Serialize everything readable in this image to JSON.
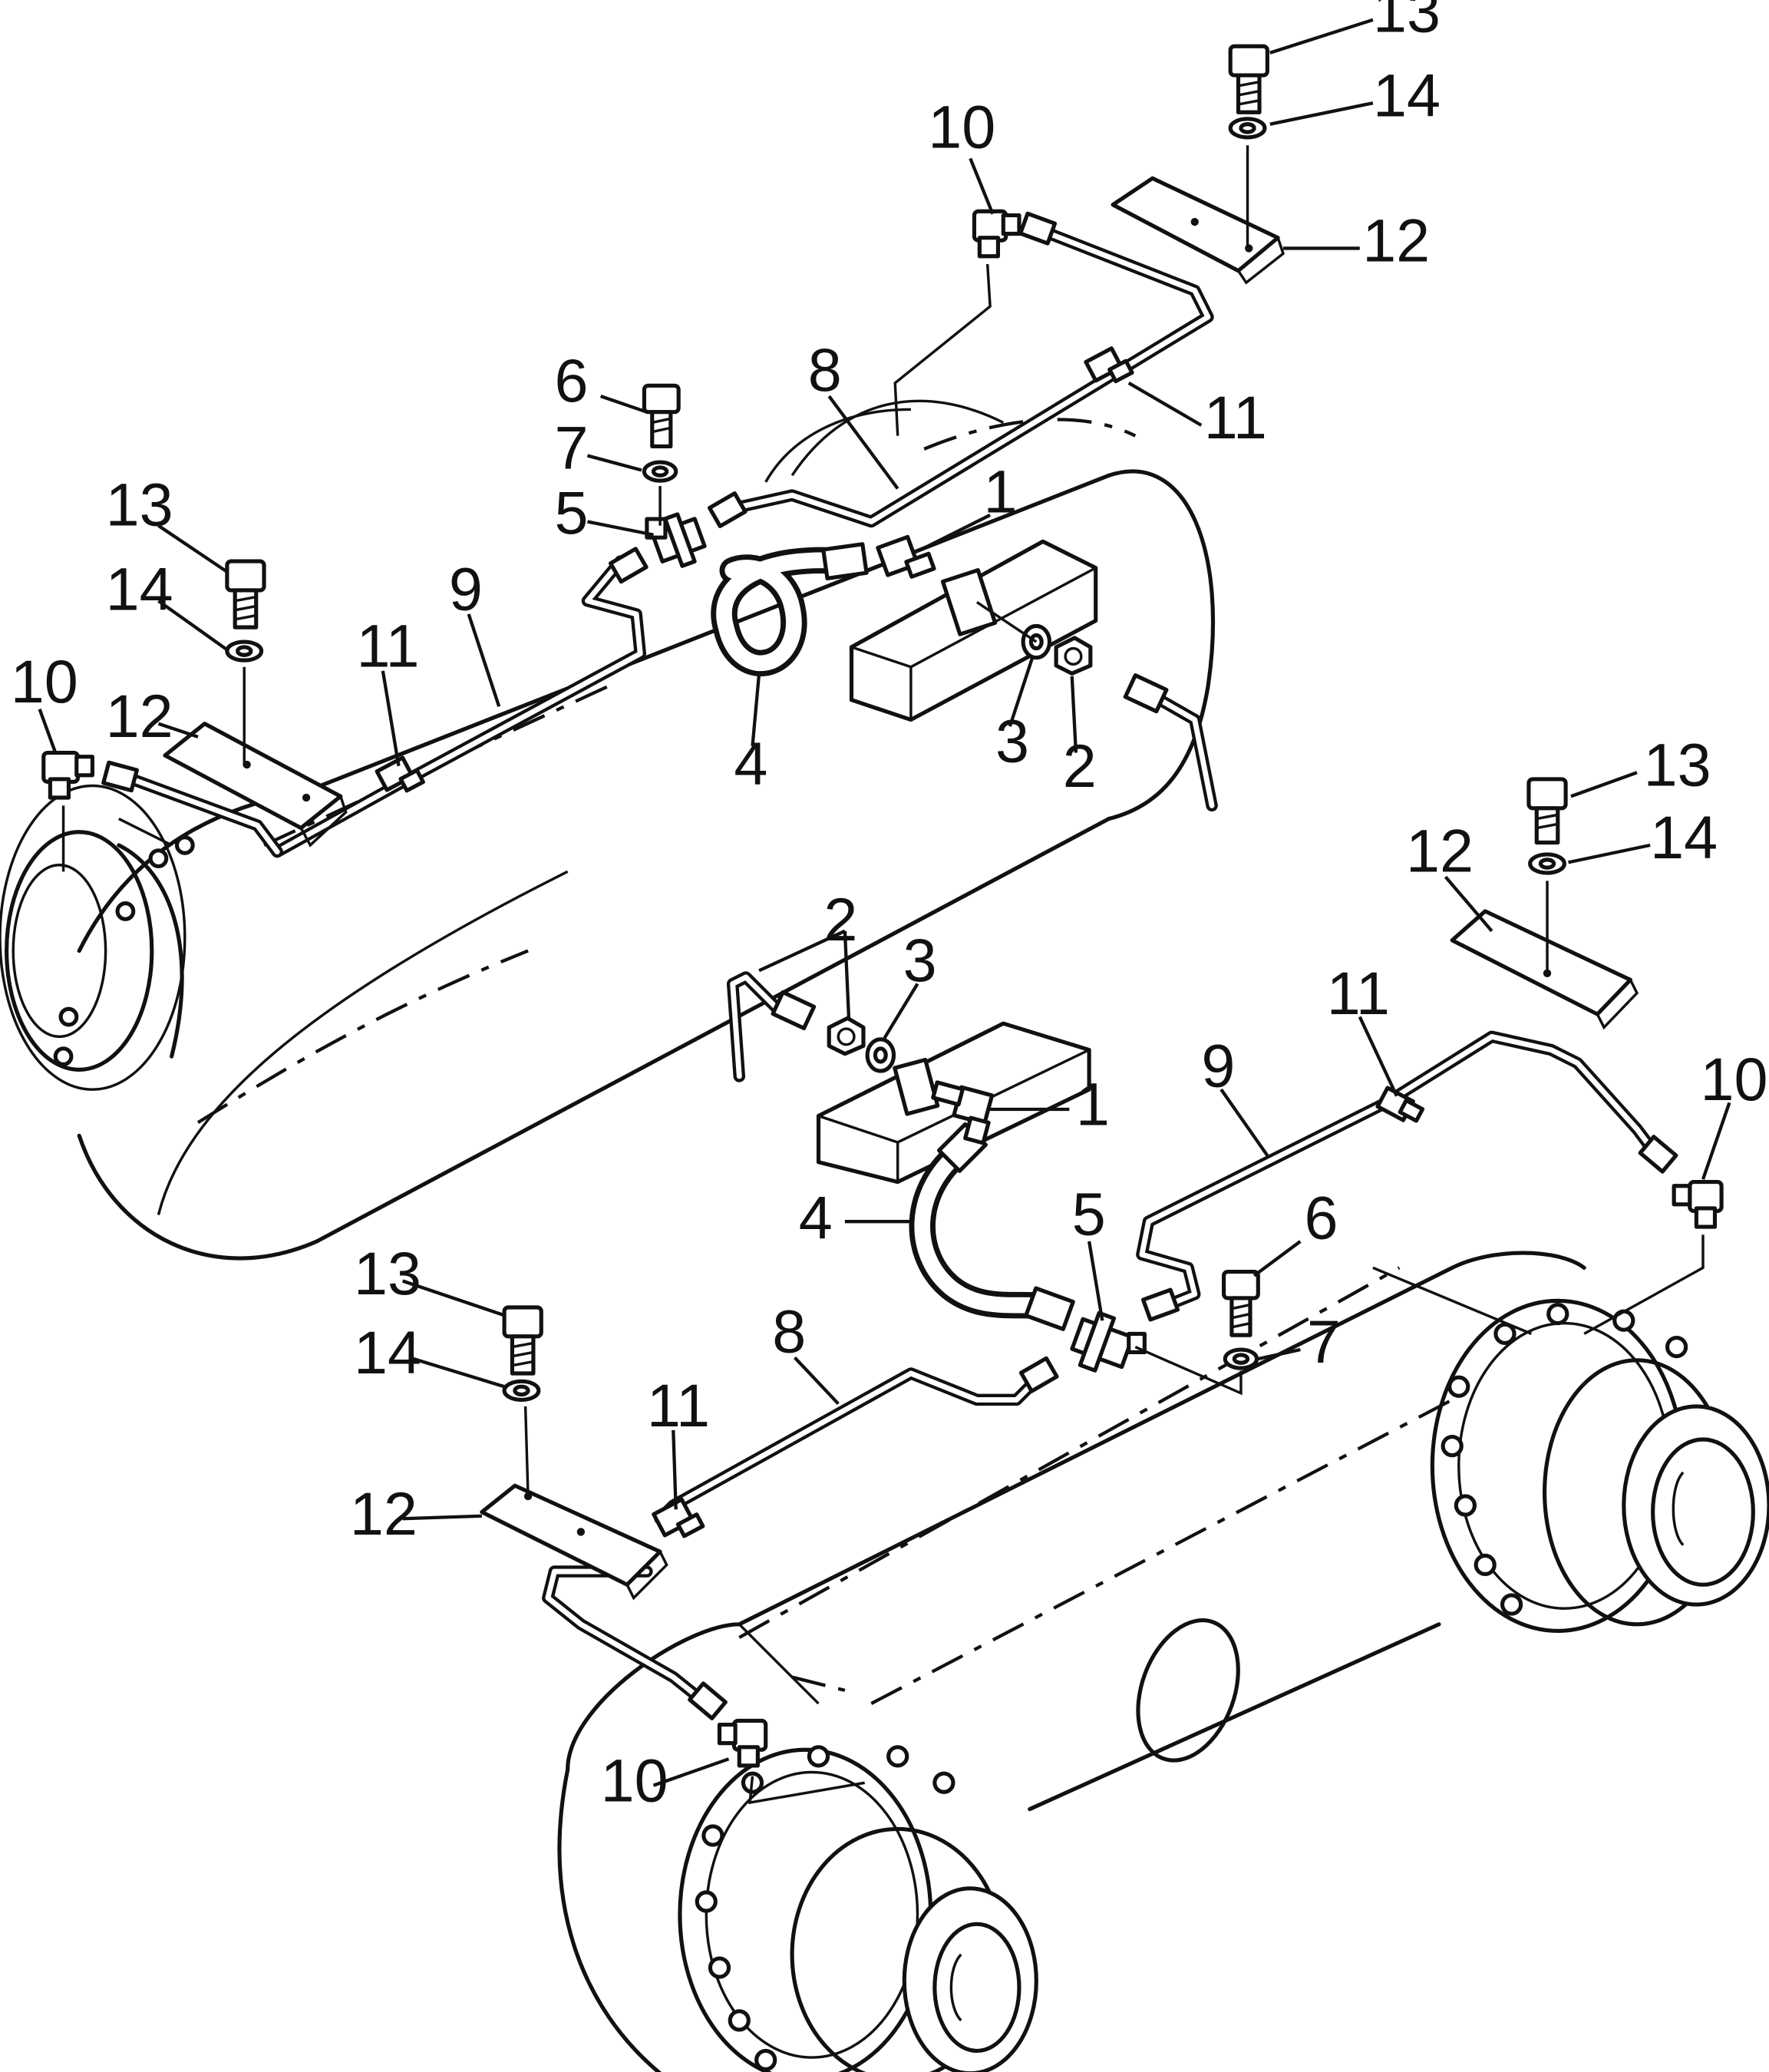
{
  "callouts": [
    {
      "id": "c01",
      "text": "1"
    },
    {
      "id": "c02",
      "text": "2"
    },
    {
      "id": "c03",
      "text": "3"
    },
    {
      "id": "c04",
      "text": "4"
    },
    {
      "id": "c05",
      "text": "5"
    },
    {
      "id": "c06",
      "text": "6"
    },
    {
      "id": "c07",
      "text": "7"
    },
    {
      "id": "c08",
      "text": "8"
    },
    {
      "id": "c09",
      "text": "9"
    },
    {
      "id": "c10",
      "text": "10"
    },
    {
      "id": "c11",
      "text": "11"
    },
    {
      "id": "c12",
      "text": "12"
    },
    {
      "id": "c13",
      "text": "13"
    },
    {
      "id": "c14",
      "text": "14"
    }
  ]
}
